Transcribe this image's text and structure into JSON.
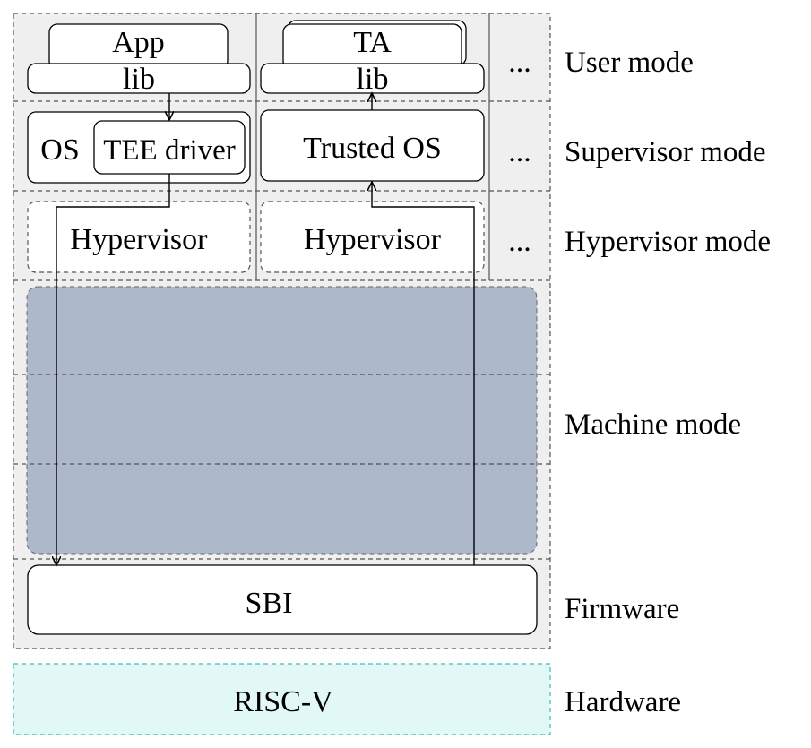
{
  "diagram": {
    "colors": {
      "panel_bg": "#efefef",
      "machine_fill": "#adb8ca",
      "hardware_fill": "#e1f8f7",
      "hardware_border": "#3fbcb6",
      "box_fill": "#ffffff",
      "line": "#000000"
    },
    "normal_world": {
      "app_label": "App",
      "lib_label": "lib",
      "os_label": "OS",
      "tee_driver_label": "TEE driver",
      "hypervisor_label": "Hypervisor"
    },
    "secure_world": {
      "ta_label": "TA",
      "lib_label": "lib",
      "trusted_os_label": "Trusted OS",
      "hypervisor_label": "Hypervisor"
    },
    "ellipsis": "...",
    "firmware_label": "SBI",
    "hardware_label": "RISC-V",
    "modes": {
      "user": "User mode",
      "supervisor": "Supervisor mode",
      "hypervisor": "Hypervisor mode",
      "machine": "Machine mode",
      "firmware": "Firmware",
      "hardware": "Hardware"
    }
  }
}
